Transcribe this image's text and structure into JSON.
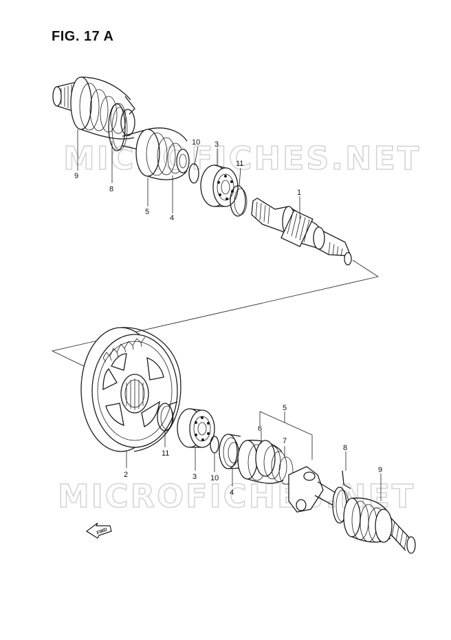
{
  "figure": {
    "title": "FIG. 17 A"
  },
  "watermark": {
    "text": "MICROFICHES.NET"
  },
  "fwd_label": "FWD",
  "callouts": {
    "top_9": "9",
    "top_8": "8",
    "top_5": "5",
    "top_4": "4",
    "top_10": "10",
    "top_3": "3",
    "top_11": "11",
    "top_1": "1",
    "bot_2": "2",
    "bot_11": "11",
    "bot_3": "3",
    "bot_10": "10",
    "bot_4": "4",
    "bot_6": "6",
    "bot_5": "5",
    "bot_7": "7",
    "bot_8": "8",
    "bot_9": "9"
  }
}
